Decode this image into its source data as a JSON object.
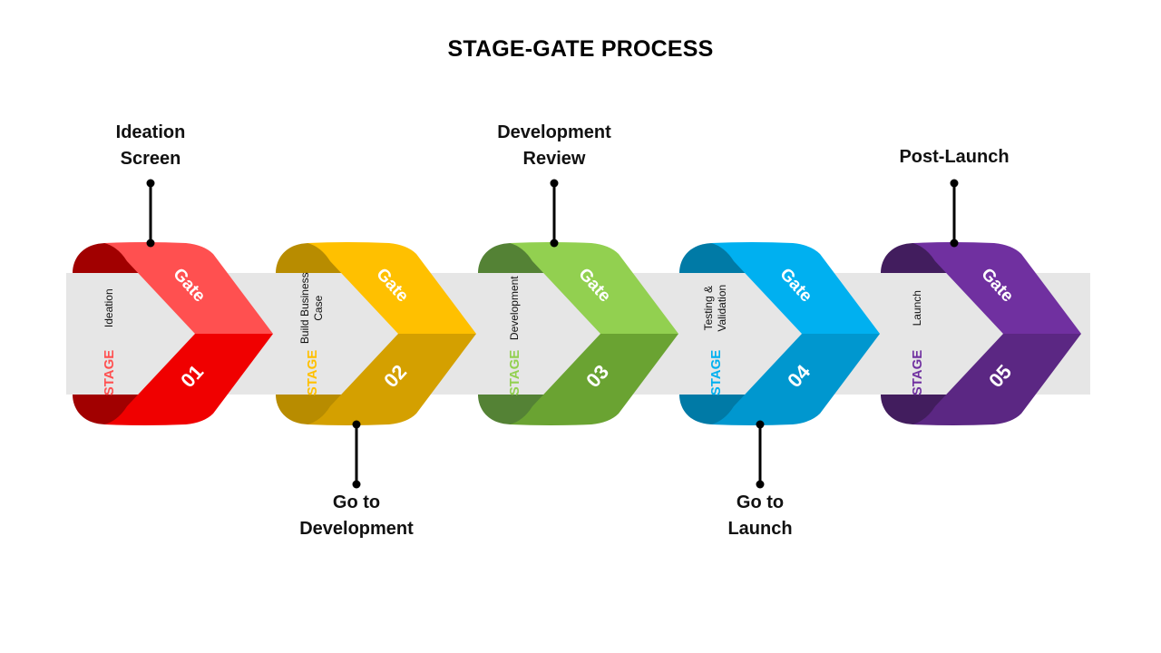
{
  "title": "STAGE-GATE PROCESS",
  "stages": [
    {
      "number": "01",
      "gate_label": "Gate",
      "stage_label": "STAGE",
      "name": "Ideation",
      "colors": {
        "top": "#ff5050",
        "bottom": "#f00000",
        "dark": "#a10000",
        "label": "#ff5050"
      }
    },
    {
      "number": "02",
      "gate_label": "Gate",
      "stage_label": "STAGE",
      "name": "Build Business Case",
      "colors": {
        "top": "#ffc000",
        "bottom": "#d4a000",
        "dark": "#b88c00",
        "label": "#ffc000"
      }
    },
    {
      "number": "03",
      "gate_label": "Gate",
      "stage_label": "STAGE",
      "name": "Development",
      "colors": {
        "top": "#92d050",
        "bottom": "#6aa332",
        "dark": "#548235",
        "label": "#92d050"
      }
    },
    {
      "number": "04",
      "gate_label": "Gate",
      "stage_label": "STAGE",
      "name": "Testing & Validation",
      "colors": {
        "top": "#00b0f0",
        "bottom": "#0097cf",
        "dark": "#007aa6",
        "label": "#00b0f0"
      }
    },
    {
      "number": "05",
      "gate_label": "Gate",
      "stage_label": "STAGE",
      "name": "Launch",
      "colors": {
        "top": "#7030a0",
        "bottom": "#5b2783",
        "dark": "#421d5e",
        "label": "#7030a0"
      }
    }
  ],
  "callouts": [
    {
      "text_line1": "Ideation",
      "text_line2": "Screen",
      "position": "top",
      "stage": 1
    },
    {
      "text_line1": "Go to",
      "text_line2": "Development",
      "position": "bottom",
      "stage": 2
    },
    {
      "text_line1": "Development",
      "text_line2": "Review",
      "position": "top",
      "stage": 3
    },
    {
      "text_line1": "Go to",
      "text_line2": "Launch",
      "position": "bottom",
      "stage": 4
    },
    {
      "text_line1": "Post-Launch",
      "text_line2": "",
      "position": "top",
      "stage": 5
    }
  ],
  "band_color": "#e6e6e6"
}
